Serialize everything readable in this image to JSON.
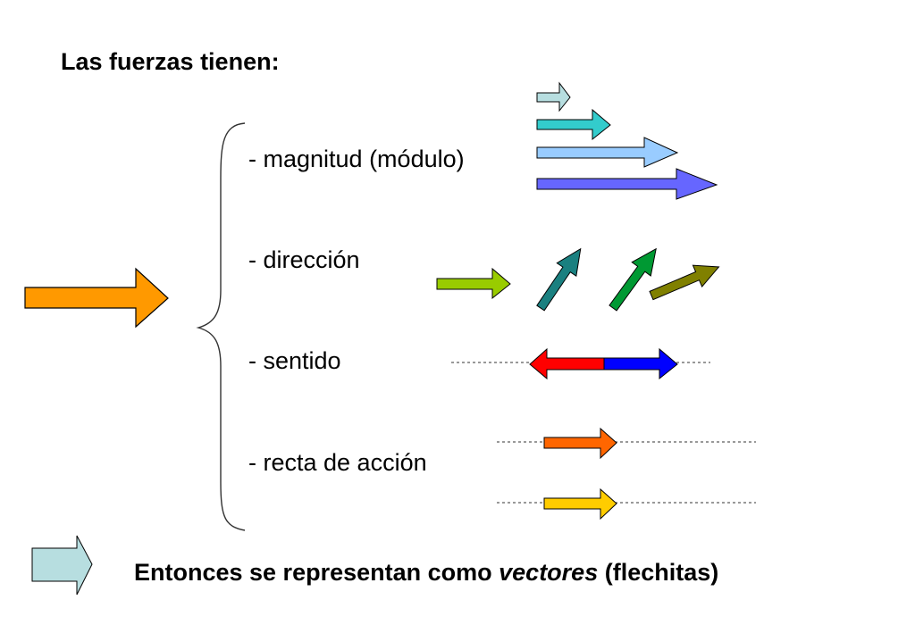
{
  "title": "Las fuerzas tienen:",
  "properties": [
    {
      "id": "magnitud",
      "label": "- magnitud (módulo)"
    },
    {
      "id": "direccion",
      "label": "- dirección"
    },
    {
      "id": "sentido",
      "label": "- sentido"
    },
    {
      "id": "recta",
      "label": "- recta de acción"
    }
  ],
  "conclusion": {
    "before": "Entonces se  representan como ",
    "emphasis": "vectores",
    "after": " (flechitas)"
  },
  "colors": {
    "main_arrow": "#FF9900",
    "conclusion_arrow": "#B7DEE0",
    "magnitud": [
      "#B7DEE0",
      "#33CCCC",
      "#99CCFF",
      "#6666FF"
    ],
    "direccion": [
      "#99CC00",
      "#1A8080",
      "#009933",
      "#808000"
    ],
    "sentido": [
      "#FF0000",
      "#0000FF"
    ],
    "recta": [
      "#FF6600",
      "#FFCC00"
    ]
  }
}
